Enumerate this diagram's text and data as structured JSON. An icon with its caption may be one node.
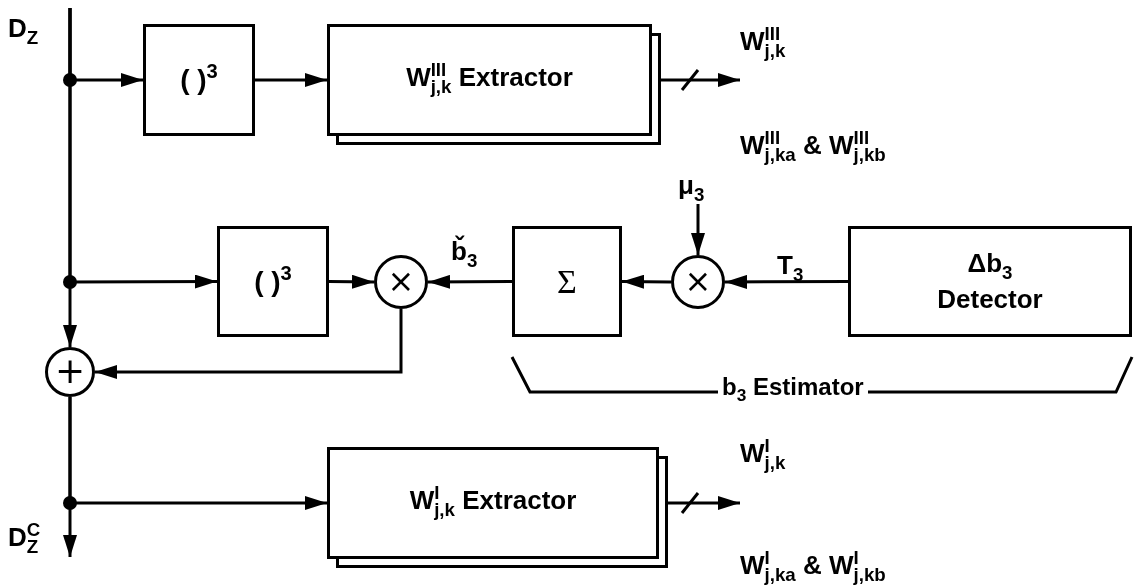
{
  "diagram": {
    "nodes": [
      {
        "text": [
          "D$_{Z}$"
        ]
      },
      {
        "text": [
          "( )$^{3}$"
        ]
      },
      {
        "text": [
          "W$^{III}$$_{j,k}$ Extractor"
        ]
      },
      {
        "text": [
          "W$^{III}$$_{j,k}$",
          "W$^{III}$$_{j,ka}$ & W$^{III}$$_{j,kb}$"
        ]
      },
      {
        "text": [
          "( )$^{3}$"
        ]
      },
      {
        "text": [
          "×"
        ]
      },
      {
        "text": [
          "Σ"
        ]
      },
      {
        "text": [
          "×"
        ]
      },
      {
        "text": [
          "Δb$_{3}$ Detector"
        ]
      },
      {
        "text": [
          "μ$_{3}$"
        ]
      },
      {
        "text": [
          "+"
        ]
      },
      {
        "text": [
          "W$^{I}$$_{j,k}$ Extractor"
        ]
      },
      {
        "text": [
          "W$^{I}$$_{j,k}$",
          "W$^{I}$$_{j,ka}$ & W$^{I}$$_{j,kb}$"
        ]
      },
      {
        "text": [
          "D$^{C}$$_{Z}$"
        ]
      }
    ],
    "edges": [
      {
        "from": 0,
        "to": 1,
        "arrow": "to"
      },
      {
        "from": 0,
        "to": 4,
        "arrow": "to"
      },
      {
        "from": 0,
        "to": 10,
        "arrow": "to"
      },
      {
        "from": 1,
        "to": 2,
        "arrow": "to"
      },
      {
        "from": 2,
        "to": 3,
        "arrow": "to"
      },
      {
        "from": 4,
        "to": 5,
        "arrow": "to"
      },
      {
        "from": 6,
        "to": 5,
        "arrow": "to",
        "label": "b̌$_{3}$"
      },
      {
        "from": 7,
        "to": 6,
        "arrow": "to"
      },
      {
        "from": 8,
        "to": 7,
        "arrow": "to",
        "label": "T$_{3}$"
      },
      {
        "from": 9,
        "to": 7,
        "arrow": "to"
      },
      {
        "from": 5,
        "to": 10,
        "arrow": "to"
      },
      {
        "from": 10,
        "to": 11,
        "arrow": "to"
      },
      {
        "from": 11,
        "to": 12,
        "arrow": "to"
      },
      {
        "from": 10,
        "to": 13,
        "arrow": "to"
      }
    ],
    "labels": [
      "b$_{3}$ Estimator"
    ]
  }
}
